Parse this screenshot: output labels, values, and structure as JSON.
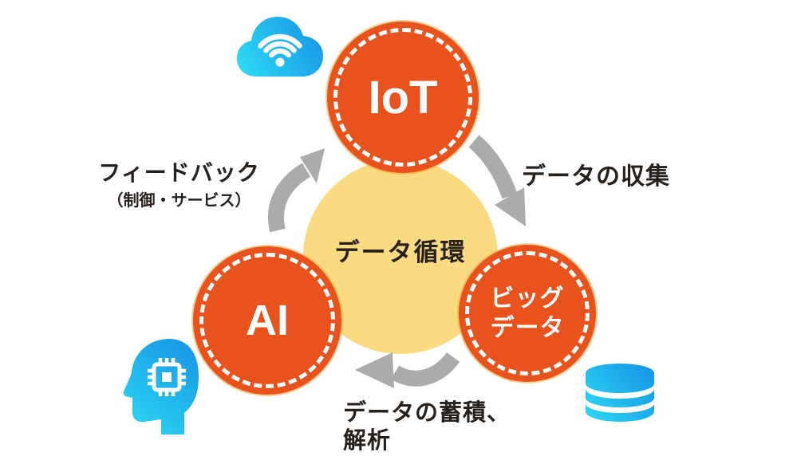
{
  "diagram": {
    "type": "cycle-diagram",
    "center_label": "データ循環",
    "nodes": {
      "iot": {
        "label": "IoT"
      },
      "bigdata": {
        "label_line1": "ビッグ",
        "label_line2": "データ"
      },
      "ai": {
        "label": "AI"
      }
    },
    "flow_labels": {
      "iot_to_bigdata": "データの収集",
      "bigdata_to_ai_line1": "データの蓄積、",
      "bigdata_to_ai_line2": "解析",
      "ai_to_iot_line1": "フィードバック",
      "ai_to_iot_line2": "（制御・サービス）"
    },
    "icons": {
      "iot_side": "cloud-wifi-icon",
      "bigdata_side": "database-icon",
      "ai_side": "head-chip-icon"
    },
    "colors": {
      "node_fill": "#E8521D",
      "node_ring": "#FFFFFF",
      "node_halo": "#F7A639",
      "center_fill": "#FBDB81",
      "arrow": "#ABABAB",
      "text": "#27201D",
      "node_text": "#FFFFFF",
      "icon_gradient_start": "#2EDCF5",
      "icon_gradient_end": "#1590E3",
      "background": "#FFFFFF"
    }
  }
}
